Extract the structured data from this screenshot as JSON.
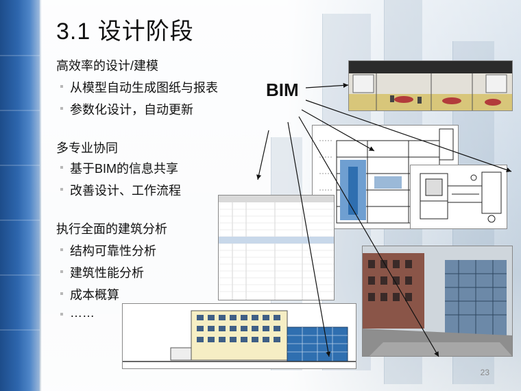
{
  "slide": {
    "title": "3.1 设计阶段",
    "page_number": "23"
  },
  "sections": [
    {
      "heading": "高效率的设计/建模",
      "items": [
        "从模型自动生成图纸与报表",
        "参数化设计，自动更新"
      ]
    },
    {
      "heading": "多专业协同",
      "items": [
        "基于BIM的信息共享",
        "改善设计、工作流程"
      ]
    },
    {
      "heading": "执行全面的建筑分析",
      "items": [
        "结构可靠性分析",
        "建筑性能分析",
        "成本概算",
        "……"
      ]
    }
  ],
  "bim_label": "BIM",
  "colors": {
    "left_band": "#2d66ad",
    "title_text": "#111111"
  },
  "images": [
    {
      "name": "interior-render-image"
    },
    {
      "name": "section-drawing-image"
    },
    {
      "name": "floor-plan-image"
    },
    {
      "name": "schedule-table-image"
    },
    {
      "name": "exterior-render-image"
    },
    {
      "name": "elevation-drawing-image"
    }
  ]
}
